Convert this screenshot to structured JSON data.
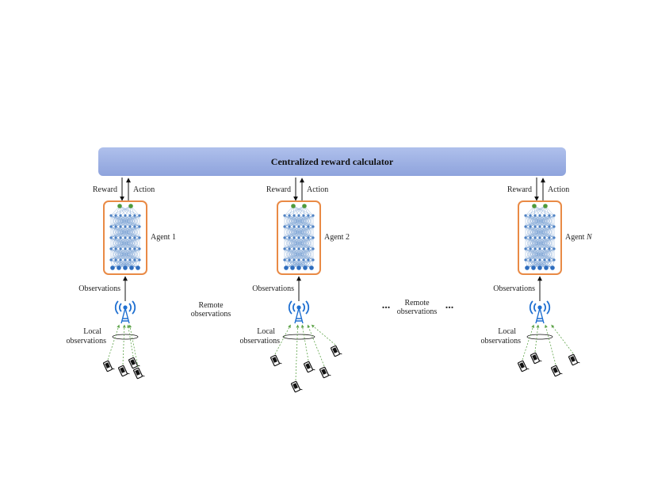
{
  "banner": {
    "title": "Centralized reward calculator",
    "fill": "#97ABE0"
  },
  "labels": {
    "reward": "Reward",
    "action": "Action",
    "observations": "Observations",
    "remote_observations_line1": "Remote",
    "remote_observations_line2": "observations",
    "local_observations_line1": "Local",
    "local_observations_line2": "observations",
    "ellipsis": "..."
  },
  "agents": [
    {
      "name": "Agent 1",
      "prefix": "Agent ",
      "id": "1",
      "id_italic": false
    },
    {
      "name": "Agent 2",
      "prefix": "Agent ",
      "id": "2",
      "id_italic": false
    },
    {
      "name": "Agent N",
      "prefix": "Agent ",
      "id": "N",
      "id_italic": true
    }
  ],
  "colors": {
    "agent_border": "#E98A45",
    "link": "#7EB7E6",
    "antenna": "#1E6FD1",
    "network": "#3A6FB0",
    "arrow_green": "#5FA44A"
  },
  "icons": {
    "tower": "radio-tower-icon",
    "device": "mobile-device-icon",
    "network": "neural-network-icon"
  }
}
